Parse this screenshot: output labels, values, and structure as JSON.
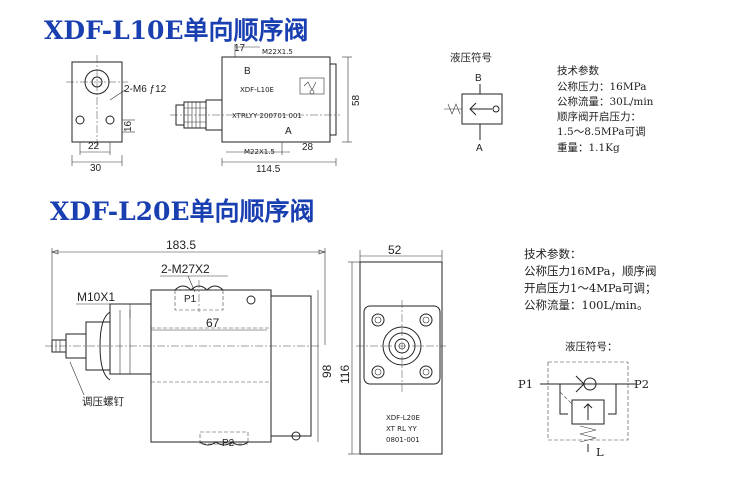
{
  "l10": {
    "title": "XDF-L10E单向顺序阀",
    "dims": {
      "d22": "22",
      "d30": "30",
      "d16": "16",
      "m6": "2-M6 ƒ12",
      "d17": "17",
      "m22_top": "M22X1.5",
      "d58": "58",
      "d28": "28",
      "m22_bot": "M22X1.5",
      "d114": "114.5"
    },
    "port_b": "B",
    "port_a": "A",
    "body_name": "XDF-L10E",
    "body_code": "XTRLYY  200701 001",
    "symbol_title": "液压符号",
    "sym_b": "B",
    "sym_a": "A",
    "specs": [
      "技术参数",
      "公称压力：16MPa",
      "公称流量：30L/min",
      "顺序阀开启压力：",
      "1.5～8.5MPa可调",
      "重量：1.1Kg"
    ]
  },
  "l20": {
    "title": "XDF-L20E单向顺序阀",
    "dims": {
      "d183": "183.5",
      "m27": "2-M27X2",
      "m10": "M10X1",
      "d67": "67",
      "d98": "98",
      "d116": "116",
      "d52": "52"
    },
    "port_p1": "P1",
    "port_p2": "P2",
    "screw_label": "调压螺钉",
    "plate": [
      "XDF-L20E",
      "XT RL YY",
      "0801-001"
    ],
    "specs": [
      "技术参数：",
      "公称压力16MPa，顺序阀",
      "开启压力1～4MPa可调；",
      "公称流量：100L/min。"
    ],
    "symbol_title": "液压符号：",
    "sym_p1": "P1",
    "sym_p2": "P2",
    "sym_l": "L"
  }
}
